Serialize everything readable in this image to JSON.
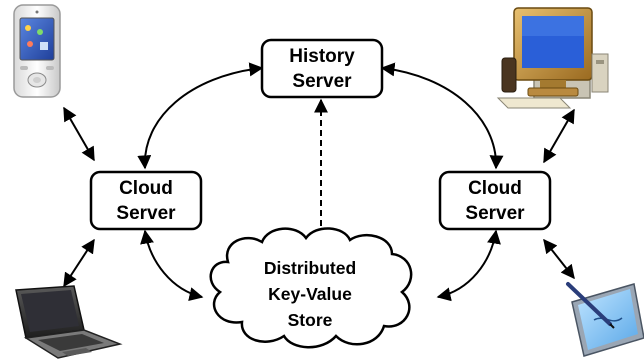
{
  "nodes": {
    "history_server": {
      "lines": [
        "History",
        "Server"
      ]
    },
    "cloud_server_left": {
      "lines": [
        "Cloud",
        "Server"
      ]
    },
    "cloud_server_right": {
      "lines": [
        "Cloud",
        "Server"
      ]
    },
    "kv_store": {
      "lines": [
        "Distributed",
        "Key-Value",
        "Store"
      ]
    }
  },
  "devices": {
    "top_left": "phone-icon",
    "top_right": "desktop-computer-icon",
    "bottom_left": "laptop-icon",
    "bottom_right": "tablet-stylus-icon"
  }
}
